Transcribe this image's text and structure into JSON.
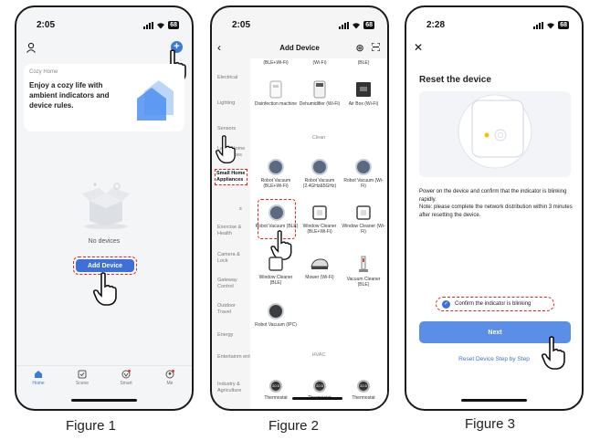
{
  "fig1": {
    "time": "2:05",
    "battery": "68",
    "card_sub": "Cozy Home",
    "card_title": "Enjoy a cozy life with ambient indicators and device rules.",
    "no_devices": "No devices",
    "add_device": "Add Device",
    "tabs": [
      "Home",
      "Scene",
      "Smart",
      "Me"
    ],
    "caption": "Figure 1",
    "accent": "#3f6fd8"
  },
  "fig2": {
    "time": "2:05",
    "battery": "68",
    "title": "Add Device",
    "categories": [
      "Electrical",
      "Lighting",
      "Sensors",
      "Large Home Appliances",
      "Small Home Appliances",
      "s",
      "Exercise & Health",
      "Camera & Lock",
      "Gateway Control",
      "Outdoor Travel",
      "Energy",
      "Entertainm ent",
      "Industry & Agriculture"
    ],
    "top_row": [
      "(BLE+Wi-Fi)",
      "(Wi-Fi)",
      "(BLE)"
    ],
    "row1": [
      "Disinfection machine",
      "Dehumidifier (Wi-Fi)",
      "Air Box (Wi-Fi)"
    ],
    "section_clean": "Clean",
    "row2": [
      "Robot Vacuum (BLE+Wi-Fi)",
      "Robot Vacuum (2.4GHz&5GHz)",
      "Robot Vacuum (Wi-Fi)"
    ],
    "row3": [
      "Robot Vacuum (BLE)",
      "Window Cleaner (BLE+Wi-Fi)",
      "Window Cleaner (Wi-Fi)"
    ],
    "row4": [
      "Window Cleaner (BLE)",
      "Mower (Wi-Fi)",
      "Vacuum Cleaner (BLE)"
    ],
    "row5": [
      "Robot Vacuum (IPC)"
    ],
    "section_hvac": "HVAC",
    "row6": [
      "Thermostat",
      "Thermostat",
      "Thermostat"
    ],
    "thermo_temp": "20.5",
    "caption": "Figure 2"
  },
  "fig3": {
    "time": "2:28",
    "battery": "68",
    "title": "Reset the device",
    "desc1": "Power on the device and confirm that the indicator is blinking rapidly.",
    "desc2": "Note: please complete the network distribution within 3 minutes after resetting the device.",
    "confirm": "Confirm the indicator is blinking",
    "next": "Next",
    "link": "Reset Device Step by Step",
    "caption": "Figure 3",
    "led_color": "#f2c200"
  }
}
